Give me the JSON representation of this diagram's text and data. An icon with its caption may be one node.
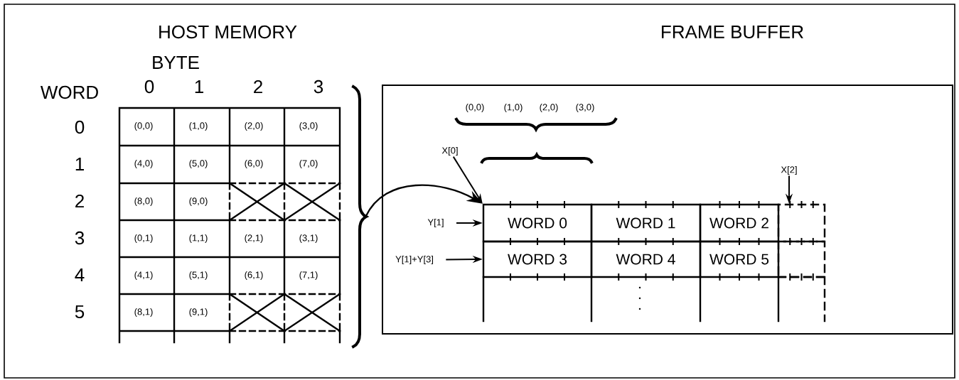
{
  "diagram": {
    "nodes": [
      {
        "text": [
          "FRAME BUFFER"
        ]
      },
      {
        "text": [
          "X[0]"
        ],
        "in": 0
      },
      {
        "text": [
          "X[2]"
        ],
        "in": 0
      },
      {
        "text": [
          "Y[1]"
        ],
        "in": 0
      },
      {
        "text": [
          "Y[1]+Y[3]"
        ],
        "in": 0
      },
      {
        "text": [
          "WORD 0"
        ],
        "in": 0
      },
      {
        "text": [
          "WORD 1"
        ],
        "in": 0
      },
      {
        "text": [
          "WORD 2"
        ],
        "in": 0
      },
      {
        "text": [
          "WORD 3"
        ],
        "in": 0
      },
      {
        "text": [
          "WORD 4"
        ],
        "in": 0
      },
      {
        "text": [
          "WORD 5"
        ],
        "in": 0
      },
      {
        "text": [
          "HOST MEMORY"
        ]
      },
      {
        "text": [],
        "shape": "box",
        "in": 0
      },
      {
        "text": [],
        "shape": "box",
        "in": 0
      }
    ],
    "edges": [
      {
        "from": 11,
        "to": 5,
        "arrow": "to"
      },
      {
        "from": 1,
        "to": 5,
        "arrow": "to"
      },
      {
        "from": 2,
        "to": 12,
        "arrow": "to"
      },
      {
        "from": 3,
        "to": 5,
        "arrow": "to"
      },
      {
        "from": 4,
        "to": 8,
        "arrow": "to"
      }
    ],
    "labels": [
      "BYTE",
      "0",
      "1",
      "2",
      "3",
      "WORD",
      "0",
      "1",
      "2",
      "3",
      "4",
      "5",
      "(0,0)",
      "(1,0)",
      "(2,0)",
      "(3,0)",
      "(4,0)",
      "(5,0)",
      "(6,0)",
      "(7,0)",
      "(8,0)",
      "(9,0)",
      "(0,1)",
      "(1,1)",
      "(2,1)",
      "(3,1)",
      "(4,1)",
      "(5,1)",
      "(6,1)",
      "(7,1)",
      "(8,1)",
      "(9,1)",
      "(0,0)",
      "(1,0)",
      "(2,0)",
      "(3,0)"
    ]
  }
}
